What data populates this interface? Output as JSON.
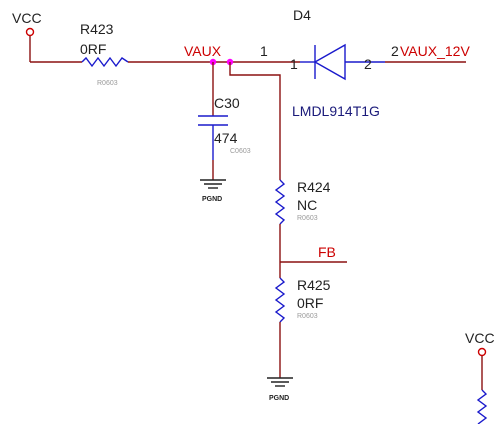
{
  "colors": {
    "wire": "#8b1010",
    "part": "#1a1acc",
    "net_label": "#cc0000",
    "junction": "#ff00ff",
    "power": "#cc0000",
    "gnd": "#222222"
  },
  "power": {
    "vcc_left": "VCC",
    "vcc_right": "VCC"
  },
  "resistors": {
    "r423": {
      "ref": "R423",
      "value": "0RF",
      "package": "R0603"
    },
    "r424": {
      "ref": "R424",
      "value": "NC",
      "package": "R0603"
    },
    "r425": {
      "ref": "R425",
      "value": "0RF",
      "package": "R0603"
    }
  },
  "capacitor": {
    "ref": "C30",
    "value": "474",
    "package": "C0603"
  },
  "diode": {
    "ref": "D4",
    "part": "LMDL914T1G",
    "pin_anode_outer": "1",
    "pin_anode_inner": "1",
    "pin_cathode_inner": "2",
    "pin_cathode_outer": "2"
  },
  "nets": {
    "vaux": "VAUX",
    "vaux_12v": "VAUX_12V",
    "fb": "FB"
  },
  "ground": {
    "label_1": "PGND",
    "label_2": "PGND"
  }
}
